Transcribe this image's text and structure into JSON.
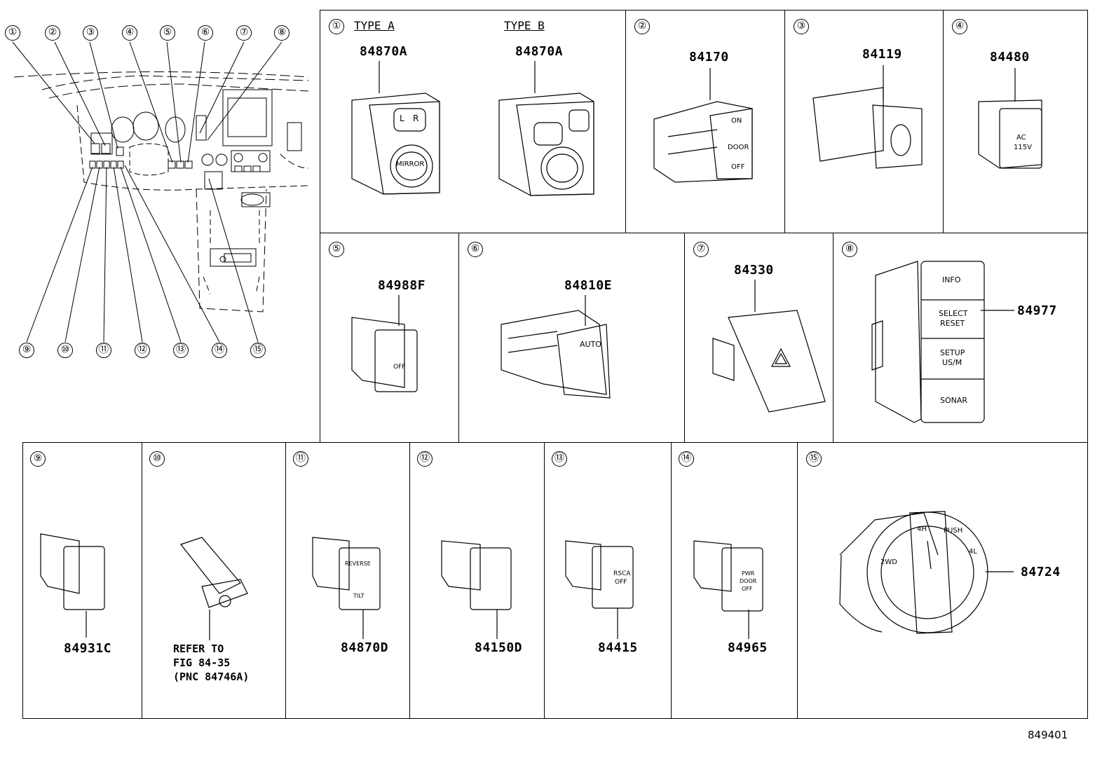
{
  "overview": {
    "callouts": [
      "①",
      "②",
      "③",
      "④",
      "⑤",
      "⑥",
      "⑦",
      "⑧",
      "⑨",
      "⑩",
      "⑪",
      "⑫",
      "⑬",
      "⑭",
      "⑮"
    ]
  },
  "panels": [
    {
      "index": "①",
      "type_a": "TYPE A",
      "type_b": "TYPE B",
      "pnc_a": "84870A",
      "pnc_b": "84870A",
      "labels": [
        "L",
        "R",
        "MIRROR"
      ]
    },
    {
      "index": "②",
      "pnc": "84170",
      "labels": [
        "ON",
        "DOOR",
        "OFF"
      ]
    },
    {
      "index": "③",
      "pnc": "84119"
    },
    {
      "index": "④",
      "pnc": "84480",
      "labels": [
        "AC",
        "115V"
      ]
    },
    {
      "index": "⑤",
      "pnc": "84988F",
      "labels": [
        "OFF"
      ]
    },
    {
      "index": "⑥",
      "pnc": "84810E",
      "labels": [
        "AUTO"
      ]
    },
    {
      "index": "⑦",
      "pnc": "84330"
    },
    {
      "index": "⑧",
      "pnc": "84977",
      "labels": [
        "INFO",
        "SELECT",
        "RESET",
        "SETUP",
        "US/M",
        "SONAR"
      ]
    },
    {
      "index": "⑨",
      "pnc": "84931C"
    },
    {
      "index": "⑩",
      "reference": "REFER TO\nFIG 84-35\n(PNC 84746A)"
    },
    {
      "index": "⑪",
      "pnc": "84870D",
      "labels": [
        "REVERSE",
        "TILT"
      ]
    },
    {
      "index": "⑫",
      "pnc": "84150D"
    },
    {
      "index": "⑬",
      "pnc": "84415",
      "labels": [
        "RSCA",
        "OFF"
      ]
    },
    {
      "index": "⑭",
      "pnc": "84965",
      "labels": [
        "PWR",
        "DOOR",
        "OFF"
      ]
    },
    {
      "index": "⑮",
      "pnc": "84724",
      "labels": [
        "2WD",
        "4H",
        "PUSH",
        "4L"
      ]
    }
  ],
  "figure_number": "849401"
}
